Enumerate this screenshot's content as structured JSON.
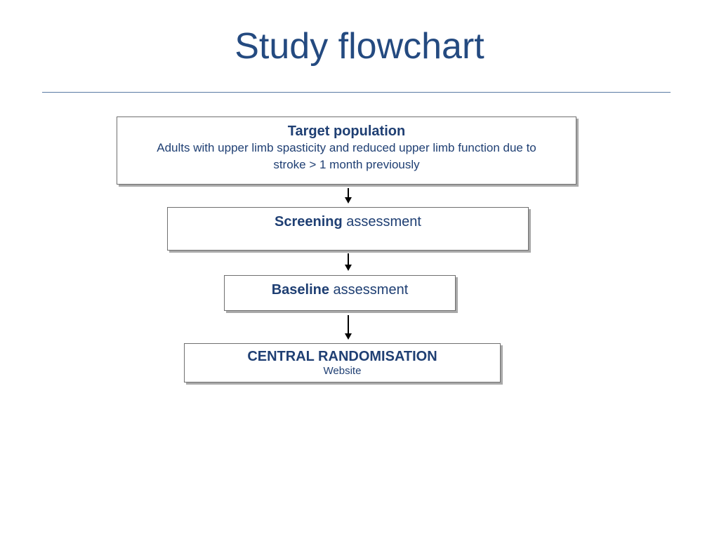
{
  "title": "Study flowchart",
  "flow": {
    "target": {
      "heading": "Target population",
      "line1": "Adults with upper limb spasticity and reduced upper limb function due to",
      "line2": "stroke > 1 month previously"
    },
    "screening": {
      "bold": "Screening",
      "rest": " assessment"
    },
    "baseline": {
      "bold": "Baseline",
      "rest": " assessment"
    },
    "randomisation": {
      "heading": "CENTRAL RANDOMISATION",
      "sub": "Website"
    }
  }
}
